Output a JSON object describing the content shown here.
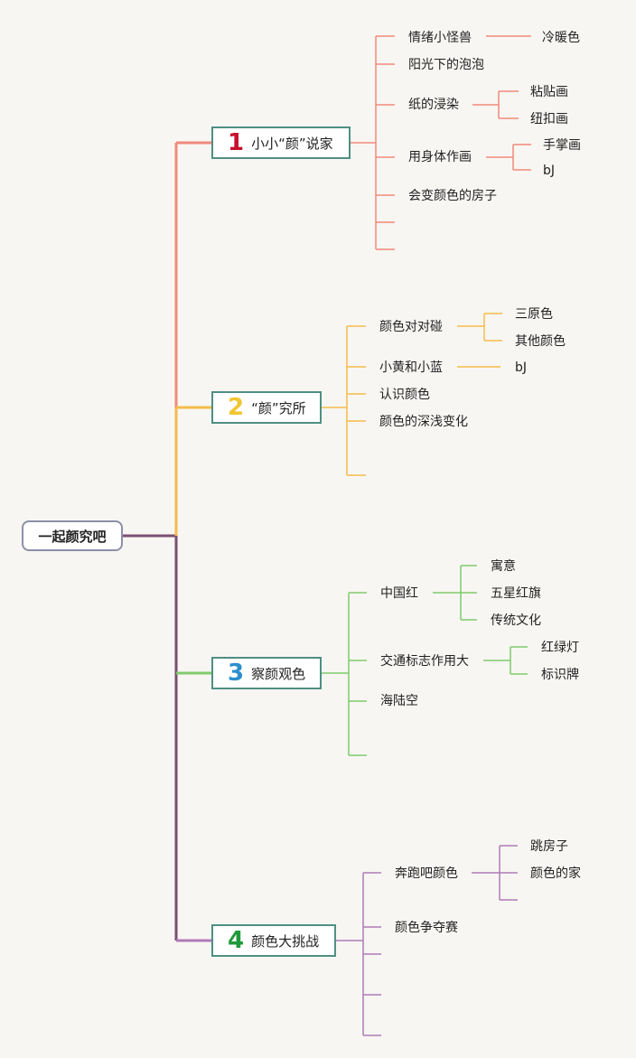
{
  "root": {
    "label": "一起颜究吧"
  },
  "branches": [
    {
      "number": "1",
      "label": "小小“颜”说家",
      "number_color": "#c8102e",
      "color": "#f08a7a",
      "items": [
        {
          "label": "情绪小怪兽",
          "children": [
            "冷暖色"
          ]
        },
        {
          "label": "阳光下的泡泡",
          "children": []
        },
        {
          "label": "纸的浸染",
          "children": [
            "粘贴画",
            "纽扣画"
          ]
        },
        {
          "label": "用身体作画",
          "children": [
            "手掌画",
            "bJ"
          ]
        },
        {
          "label": "会变颜色的房子",
          "children": []
        }
      ]
    },
    {
      "number": "2",
      "label": "“颜”究所",
      "number_color": "#f2c531",
      "color": "#f5bc4a",
      "items": [
        {
          "label": "颜色对对碰",
          "children": [
            "三原色",
            "其他颜色"
          ]
        },
        {
          "label": "小黄和小蓝",
          "children": [
            "bJ"
          ]
        },
        {
          "label": "认识颜色",
          "children": []
        },
        {
          "label": "颜色的深浅变化",
          "children": []
        }
      ]
    },
    {
      "number": "3",
      "label": "察颜观色",
      "number_color": "#2b8fce",
      "color": "#7fcb6c",
      "items": [
        {
          "label": "中国红",
          "children": [
            "寓意",
            "五星红旗",
            "传统文化"
          ]
        },
        {
          "label": "交通标志作用大",
          "children": [
            "红绿灯",
            "标识牌"
          ]
        },
        {
          "label": "海陆空",
          "children": []
        }
      ]
    },
    {
      "number": "4",
      "label": "颜色大挑战",
      "number_color": "#1f9a3a",
      "color": "#b07ab8",
      "items": [
        {
          "label": "奔跑吧颜色",
          "children": [
            "跳房子",
            "颜色的家"
          ]
        },
        {
          "label": "颜色争夺赛",
          "children": []
        }
      ]
    }
  ]
}
